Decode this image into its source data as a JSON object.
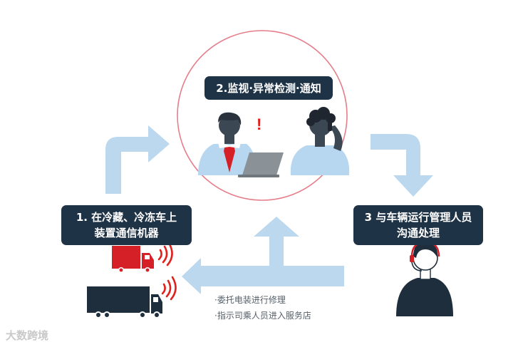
{
  "steps": {
    "step1": {
      "lines": [
        "1. 在冷藏、冷冻车上",
        "装置通信机器"
      ]
    },
    "step2": {
      "lines": [
        "2.监视·异常检测·通知"
      ]
    },
    "step3": {
      "lines": [
        "3 与车辆运行管理人员",
        "沟通处理"
      ]
    }
  },
  "alert_mark": "!",
  "notes": [
    "·委托电装进行修理",
    "·指示司乘人员进入服务店"
  ],
  "watermark": "大数跨境",
  "colors": {
    "label_bg": "#1f3346",
    "arrow": "#bcd8ee",
    "circle": "#e57d8a",
    "truck_red": "#d62027",
    "truck_dark": "#1f2e3c",
    "signal": "#e0201b",
    "person_dark": "#3b4752",
    "shirt_light": "#b7d7f0"
  },
  "icons": [
    "arrow-up-right-icon",
    "arrow-right-down-icon",
    "arrow-left-up-icon",
    "red-truck-icon",
    "dark-truck-icon",
    "signal-icon",
    "operator-icon",
    "laptop-icon"
  ]
}
